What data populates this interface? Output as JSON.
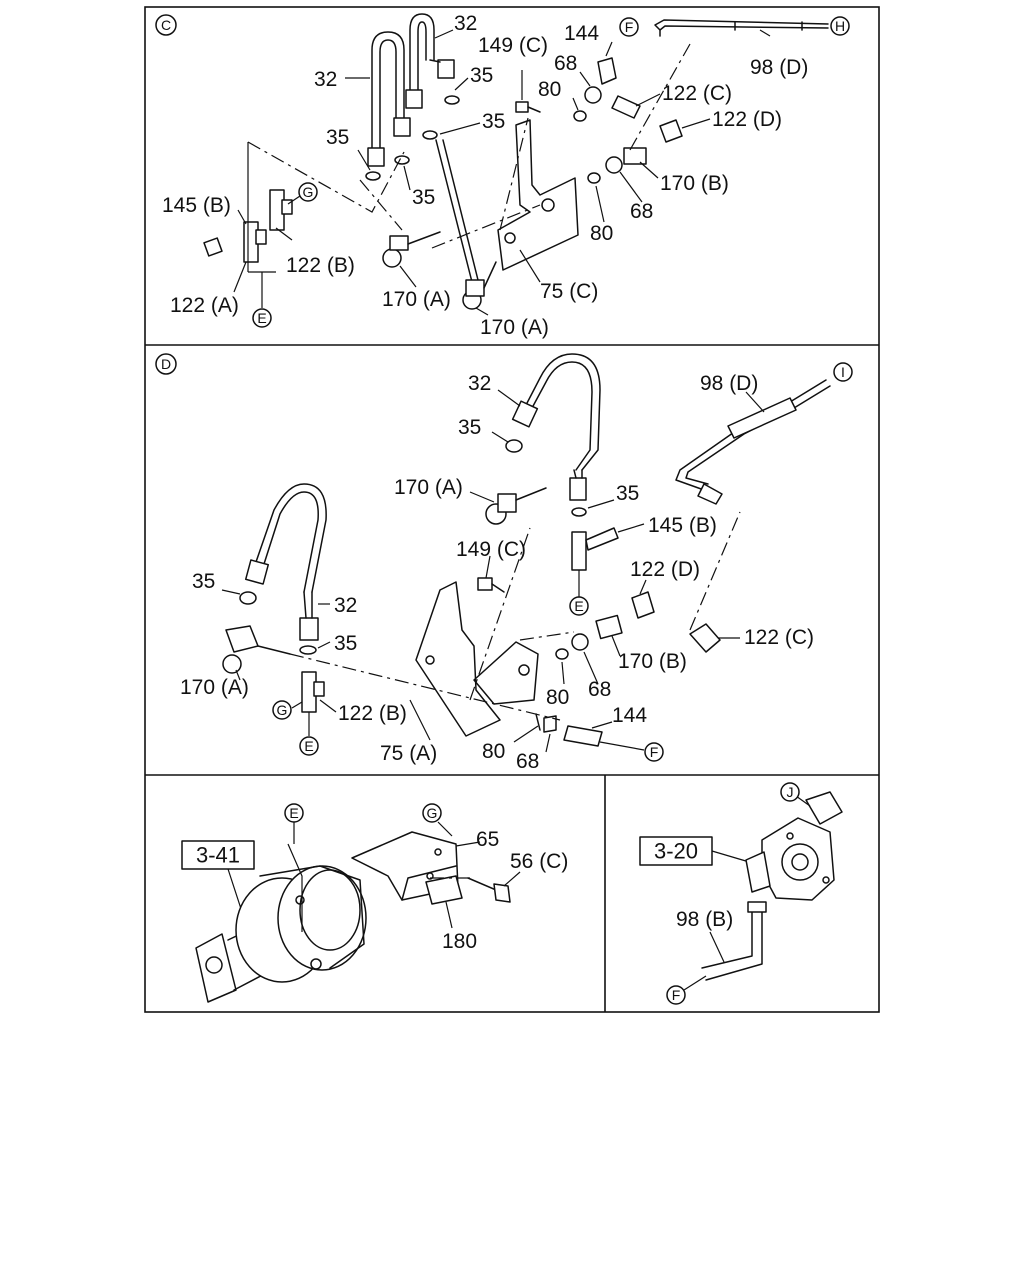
{
  "panels": {
    "top": {
      "badge": "C",
      "labels": [
        {
          "id": "32a",
          "text": "32"
        },
        {
          "id": "32b",
          "text": "32"
        },
        {
          "id": "35a",
          "text": "35"
        },
        {
          "id": "35b",
          "text": "35"
        },
        {
          "id": "35c",
          "text": "35"
        },
        {
          "id": "35d",
          "text": "35"
        },
        {
          "id": "149c",
          "text": "149 (C)"
        },
        {
          "id": "144",
          "text": "144"
        },
        {
          "id": "68a",
          "text": "68"
        },
        {
          "id": "80a",
          "text": "80"
        },
        {
          "id": "122c",
          "text": "122 (C)"
        },
        {
          "id": "122d",
          "text": "122 (D)"
        },
        {
          "id": "98d",
          "text": "98 (D)"
        },
        {
          "id": "170b",
          "text": "170 (B)"
        },
        {
          "id": "68b",
          "text": "68"
        },
        {
          "id": "80b",
          "text": "80"
        },
        {
          "id": "145b",
          "text": "145 (B)"
        },
        {
          "id": "122b",
          "text": "122 (B)"
        },
        {
          "id": "122a",
          "text": "122 (A)"
        },
        {
          "id": "170a1",
          "text": "170 (A)"
        },
        {
          "id": "170a2",
          "text": "170 (A)"
        },
        {
          "id": "75c",
          "text": "75 (C)"
        }
      ],
      "circles": [
        {
          "id": "F",
          "text": "F"
        },
        {
          "id": "H",
          "text": "H"
        },
        {
          "id": "G",
          "text": "G"
        },
        {
          "id": "E",
          "text": "E"
        }
      ]
    },
    "middle": {
      "badge": "D",
      "labels": [
        {
          "id": "32a",
          "text": "32"
        },
        {
          "id": "35a",
          "text": "35"
        },
        {
          "id": "170a1",
          "text": "170 (A)"
        },
        {
          "id": "35b",
          "text": "35"
        },
        {
          "id": "145b",
          "text": "145 (B)"
        },
        {
          "id": "149c",
          "text": "149 (C)"
        },
        {
          "id": "98d",
          "text": "98 (D)"
        },
        {
          "id": "122d",
          "text": "122 (D)"
        },
        {
          "id": "122c",
          "text": "122 (C)"
        },
        {
          "id": "170b",
          "text": "170 (B)"
        },
        {
          "id": "35c",
          "text": "35"
        },
        {
          "id": "32b",
          "text": "32"
        },
        {
          "id": "35d",
          "text": "35"
        },
        {
          "id": "170a2",
          "text": "170 (A)"
        },
        {
          "id": "122b",
          "text": "122 (B)"
        },
        {
          "id": "80a",
          "text": "80"
        },
        {
          "id": "68a",
          "text": "68"
        },
        {
          "id": "75a",
          "text": "75 (A)"
        },
        {
          "id": "80b",
          "text": "80"
        },
        {
          "id": "68b",
          "text": "68"
        },
        {
          "id": "144",
          "text": "144"
        }
      ],
      "circles": [
        {
          "id": "I",
          "text": "I"
        },
        {
          "id": "E1",
          "text": "E"
        },
        {
          "id": "G",
          "text": "G"
        },
        {
          "id": "E2",
          "text": "E"
        },
        {
          "id": "F",
          "text": "F"
        }
      ]
    },
    "bottom_left": {
      "ref_box": "3-41",
      "labels": [
        {
          "id": "65",
          "text": "65"
        },
        {
          "id": "56c",
          "text": "56 (C)"
        },
        {
          "id": "180",
          "text": "180"
        }
      ],
      "circles": [
        {
          "id": "E",
          "text": "E"
        },
        {
          "id": "G",
          "text": "G"
        }
      ]
    },
    "bottom_right": {
      "ref_box": "3-20",
      "labels": [
        {
          "id": "98b",
          "text": "98 (B)"
        }
      ],
      "circles": [
        {
          "id": "J",
          "text": "J"
        },
        {
          "id": "F",
          "text": "F"
        }
      ]
    }
  }
}
